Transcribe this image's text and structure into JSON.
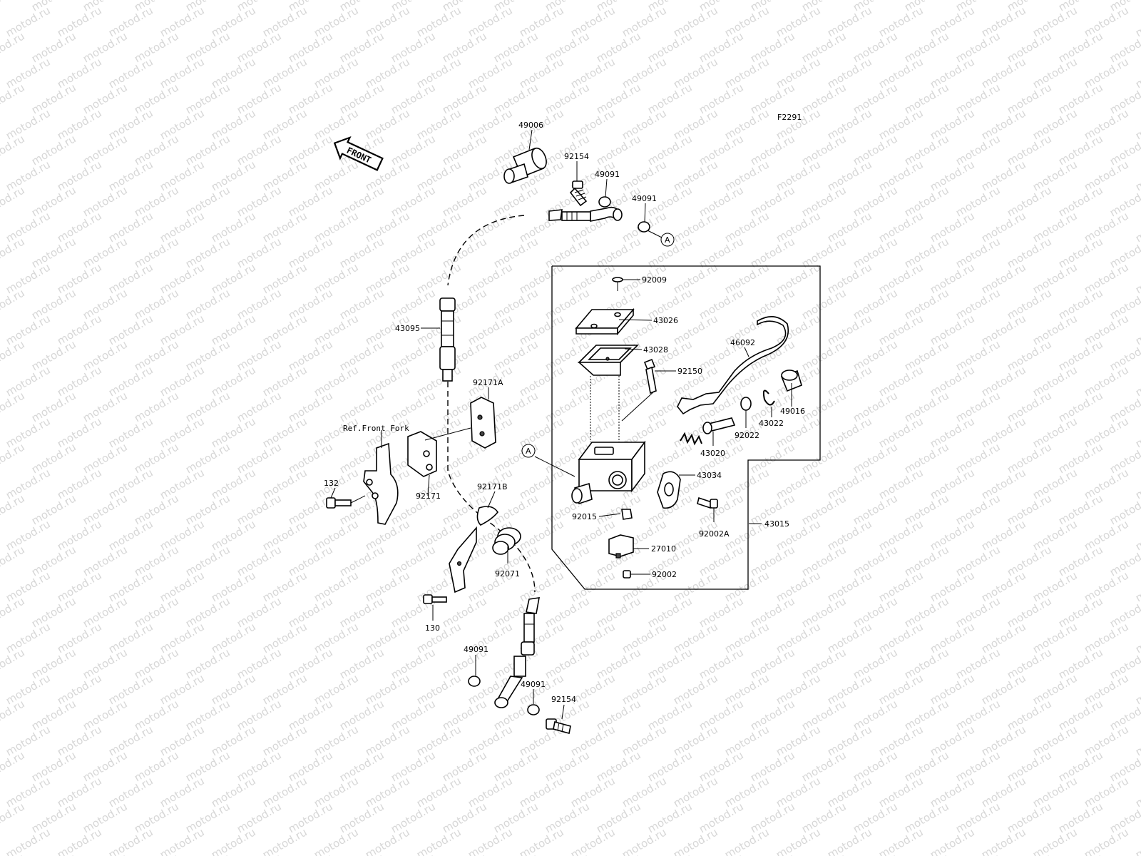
{
  "diagram_code": "F2291",
  "watermark": "motod.ru",
  "front_arrow_label": "FRONT",
  "reference_note": "Ref.Front Fork",
  "connection_marker": "A",
  "part_labels": {
    "p49006": "49006",
    "p92154_top": "92154",
    "p49091_top1": "49091",
    "p49091_top2": "49091",
    "p43095": "43095",
    "p92171A": "92171A",
    "p92171": "92171",
    "p132": "132",
    "p92171B": "92171B",
    "p92071": "92071",
    "p130": "130",
    "p49091_bot1": "49091",
    "p49091_bot2": "49091",
    "p92154_bot": "92154",
    "p92009": "92009",
    "p43026": "43026",
    "p43028": "43028",
    "p92150": "92150",
    "p46092": "46092",
    "p49016": "49016",
    "p43022": "43022",
    "p92022": "92022",
    "p43020": "43020",
    "p43034": "43034",
    "p92015": "92015",
    "p92002A": "92002A",
    "p43015": "43015",
    "p27010": "27010",
    "p92002": "92002"
  }
}
